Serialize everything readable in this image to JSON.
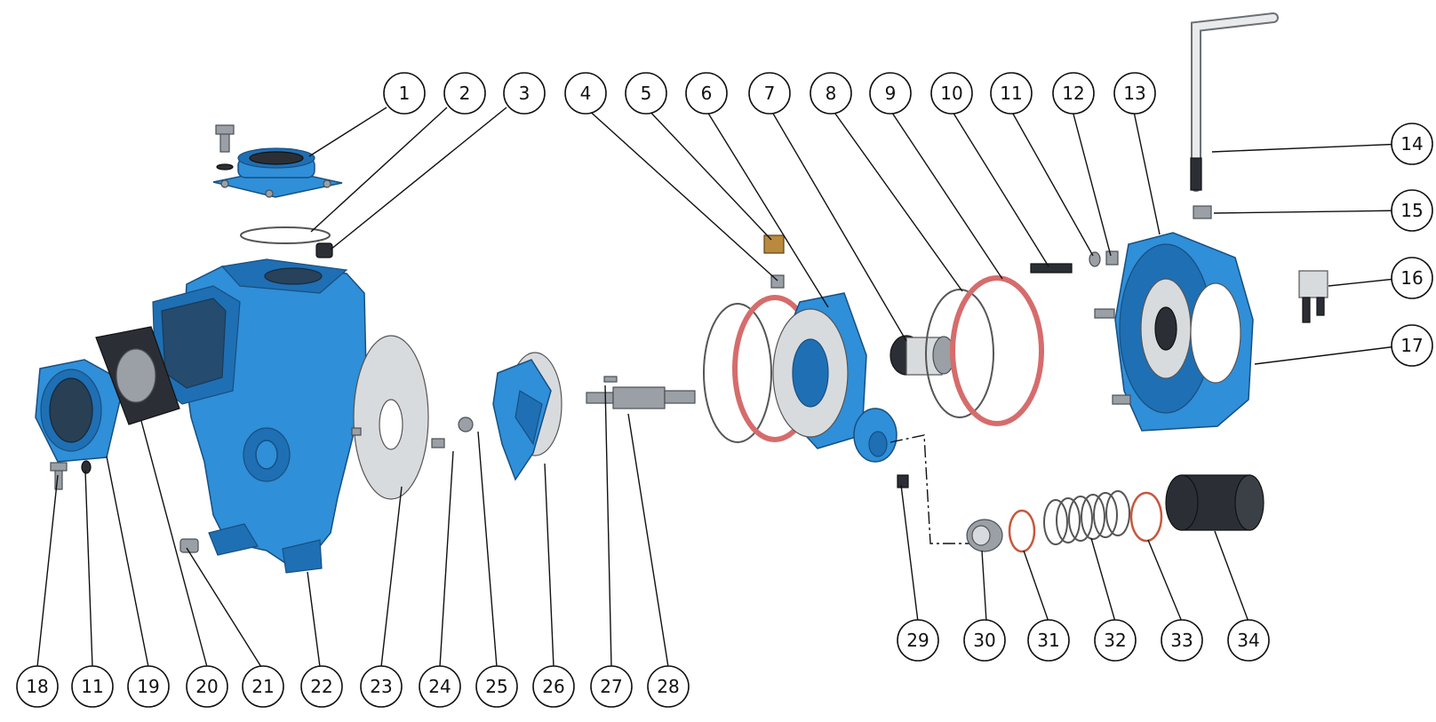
{
  "title": "Self-priming centrifugal pump exploded view",
  "colors": {
    "casting": "#2f8fd8",
    "gasket": "#d66c6c",
    "line": "#111111"
  },
  "callouts": [
    {
      "id": "c1",
      "label": "1"
    },
    {
      "id": "c2",
      "label": "2"
    },
    {
      "id": "c3",
      "label": "3"
    },
    {
      "id": "c4",
      "label": "4"
    },
    {
      "id": "c5",
      "label": "5"
    },
    {
      "id": "c6",
      "label": "6"
    },
    {
      "id": "c7",
      "label": "7"
    },
    {
      "id": "c8",
      "label": "8"
    },
    {
      "id": "c9",
      "label": "9"
    },
    {
      "id": "c10",
      "label": "10"
    },
    {
      "id": "c11a",
      "label": "11"
    },
    {
      "id": "c12",
      "label": "12"
    },
    {
      "id": "c13",
      "label": "13"
    },
    {
      "id": "c14",
      "label": "14"
    },
    {
      "id": "c15",
      "label": "15"
    },
    {
      "id": "c16",
      "label": "16"
    },
    {
      "id": "c17",
      "label": "17"
    },
    {
      "id": "c18",
      "label": "18"
    },
    {
      "id": "c11b",
      "label": "11"
    },
    {
      "id": "c19",
      "label": "19"
    },
    {
      "id": "c20",
      "label": "20"
    },
    {
      "id": "c21",
      "label": "21"
    },
    {
      "id": "c22",
      "label": "22"
    },
    {
      "id": "c23",
      "label": "23"
    },
    {
      "id": "c24",
      "label": "24"
    },
    {
      "id": "c25",
      "label": "25"
    },
    {
      "id": "c26",
      "label": "26"
    },
    {
      "id": "c27",
      "label": "27"
    },
    {
      "id": "c28",
      "label": "28"
    },
    {
      "id": "c29",
      "label": "29"
    },
    {
      "id": "c30",
      "label": "30"
    },
    {
      "id": "c31",
      "label": "31"
    },
    {
      "id": "c32",
      "label": "32"
    },
    {
      "id": "c33",
      "label": "33"
    },
    {
      "id": "c34",
      "label": "34"
    }
  ]
}
